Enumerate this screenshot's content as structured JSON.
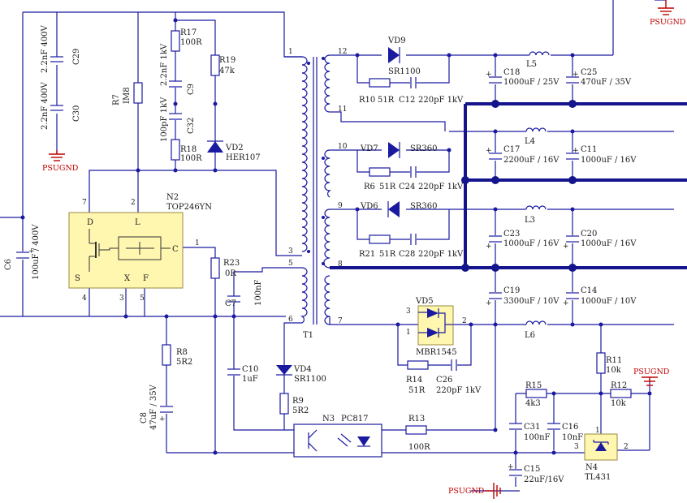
{
  "grounds": {
    "top_right": "PSUGND",
    "left": "PSUGND",
    "right": "PSUGND",
    "bottom": "PSUGND"
  },
  "caps_left": {
    "c29": "C29",
    "c29v": "2.2nF 400V",
    "c30": "C30",
    "c30v": "2.2nF 400V",
    "c6": "C6",
    "c6v": "100uF / 400V"
  },
  "snubber": {
    "r17": "R17",
    "r17v": "100R",
    "c9v": "2.2nF 1kV",
    "c9": "C9",
    "r19": "R19",
    "r19v": "47k",
    "c32v": "100pF 1kV",
    "c32": "C32",
    "r18": "R18",
    "r18v": "100R",
    "vd2": "VD2",
    "vd2v": "HER107",
    "r7": "R7",
    "r7v": "IM8"
  },
  "ic": {
    "ref": "N2",
    "part": "TOP246YN",
    "p7": "7",
    "p2": "2",
    "p1": "1",
    "p4": "4",
    "p3": "3",
    "p5": "5",
    "d": "D",
    "l": "L",
    "c": "C",
    "s": "S",
    "x": "X",
    "f": "F"
  },
  "feedback": {
    "r23": "R23",
    "r23v": "0R",
    "c7": "C7",
    "c7v": "100nF",
    "r8": "R8",
    "r8v": "5R2",
    "c8": "C8",
    "c8v": "47uF / 35V",
    "c10": "C10",
    "c10v": "1uF",
    "vd4": "VD4",
    "vd4v": "SR1100",
    "r9": "R9",
    "r9v": "5R2",
    "n3": "N3",
    "n3v": "PC817",
    "r13": "R13",
    "r13v": "100R"
  },
  "transformer": {
    "ref": "T1",
    "p1": "1",
    "p3": "3",
    "p5": "5",
    "p6": "6",
    "p12": "12",
    "p11": "11",
    "p10": "10",
    "p9": "9",
    "p8": "8",
    "p7": "7"
  },
  "secondary": {
    "vd9": "VD9",
    "vd9v": "SR1100",
    "r10": "R10",
    "r10v": "51R",
    "c12": "C12",
    "c12v": "220pF 1kV",
    "vd7": "VD7",
    "vd7v": "SR360",
    "r6": "R6",
    "r6v": "51R",
    "c24": "C24",
    "c24v": "220pF 1kV",
    "vd6": "VD6",
    "vd6v": "SR360",
    "r21": "R21",
    "r21v": "51R",
    "c28": "C28",
    "c28v": "220pF 1kV",
    "vd5": "VD5",
    "vd5v": "MBR1545",
    "vd5p3": "3",
    "vd5p1": "1",
    "vd5p2": "2",
    "r14": "R14",
    "r14v": "51R",
    "c26": "C26",
    "c26v": "220pF 1kV"
  },
  "outputs": {
    "c18": "C18",
    "c18v": "1000uF / 25V",
    "l5": "L5",
    "c25": "C25",
    "c25v": "470uF / 35V",
    "c17": "C17",
    "c17v": "2200uF / 16V",
    "l4": "L4",
    "c11": "C11",
    "c11v": "1000uF / 16V",
    "c23": "C23",
    "c23v": "1000uF / 16V",
    "l3": "L3",
    "c20": "C20",
    "c20v": "1000uF / 16V",
    "c19": "C19",
    "c19v": "3300uF / 10V",
    "l6": "L6",
    "c14": "C14",
    "c14v": "1000uF / 10V"
  },
  "regulator": {
    "r11": "R11",
    "r11v": "10k",
    "r12": "R12",
    "r12v": "10k",
    "r15": "R15",
    "r15v": "4k3",
    "c31": "C31",
    "c31v": "100nF",
    "c16": "C16",
    "c16v": "10nF",
    "c15": "C15",
    "c15v": "22uF/16V",
    "n4": "N4",
    "n4v": "TL431",
    "p1": "1",
    "p2": "2",
    "p3": "3"
  }
}
